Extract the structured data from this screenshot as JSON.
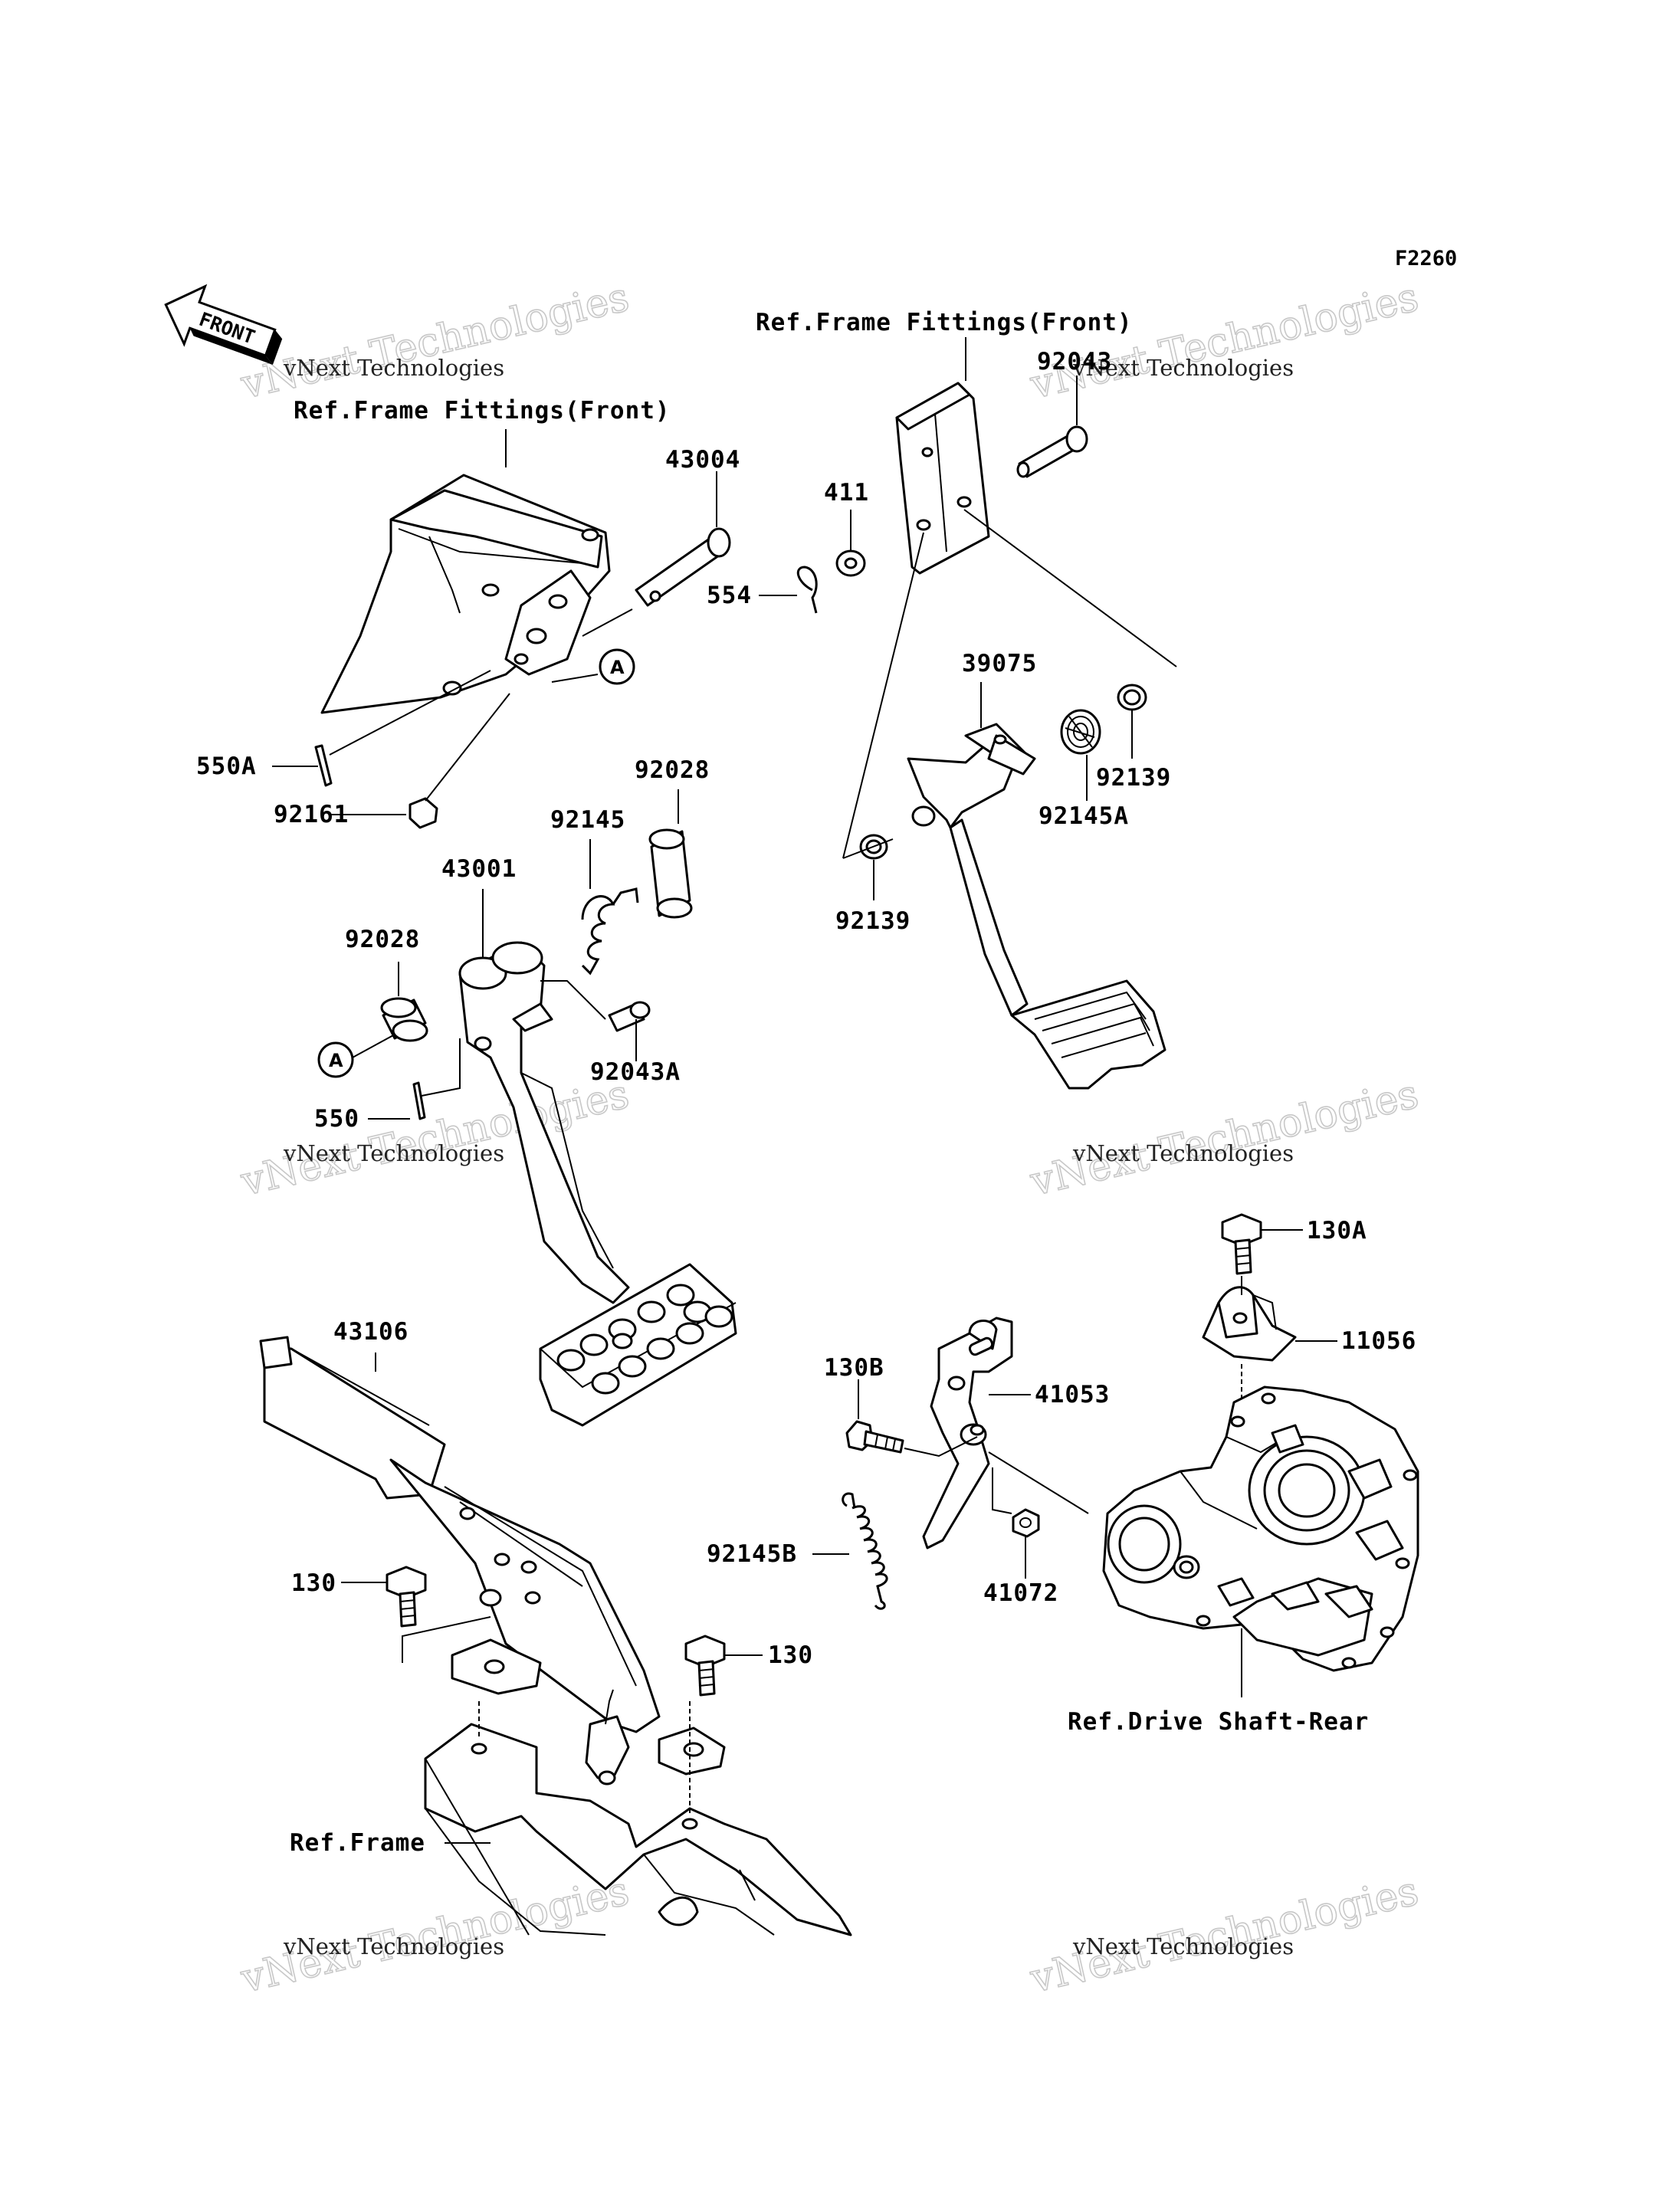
{
  "diagram_code": "F2260",
  "front_label": "FRONT",
  "watermark": {
    "line1": "vNext Technologies",
    "line2": "vNext Technologies"
  },
  "refs": {
    "frame_fittings_left": "Ref.Frame Fittings(Front)",
    "frame_fittings_right": "Ref.Frame Fittings(Front)",
    "drive_shaft": "Ref.Drive Shaft-Rear",
    "frame": "Ref.Frame"
  },
  "callout_a": "A",
  "parts": {
    "p43004": "43004",
    "p554": "554",
    "p411": "411",
    "p92043": "92043",
    "p550A": "550A",
    "p92161": "92161",
    "p39075": "39075",
    "p92139a": "92139",
    "p92145A": "92145A",
    "p92028a": "92028",
    "p92145": "92145",
    "p43001": "43001",
    "p92028b": "92028",
    "p92139b": "92139",
    "p92043A": "92043A",
    "p550": "550",
    "p130A": "130A",
    "p11056": "11056",
    "p43106": "43106",
    "p130B": "130B",
    "p41053": "41053",
    "p92145B": "92145B",
    "p41072": "41072",
    "p130a": "130",
    "p130b": "130"
  }
}
